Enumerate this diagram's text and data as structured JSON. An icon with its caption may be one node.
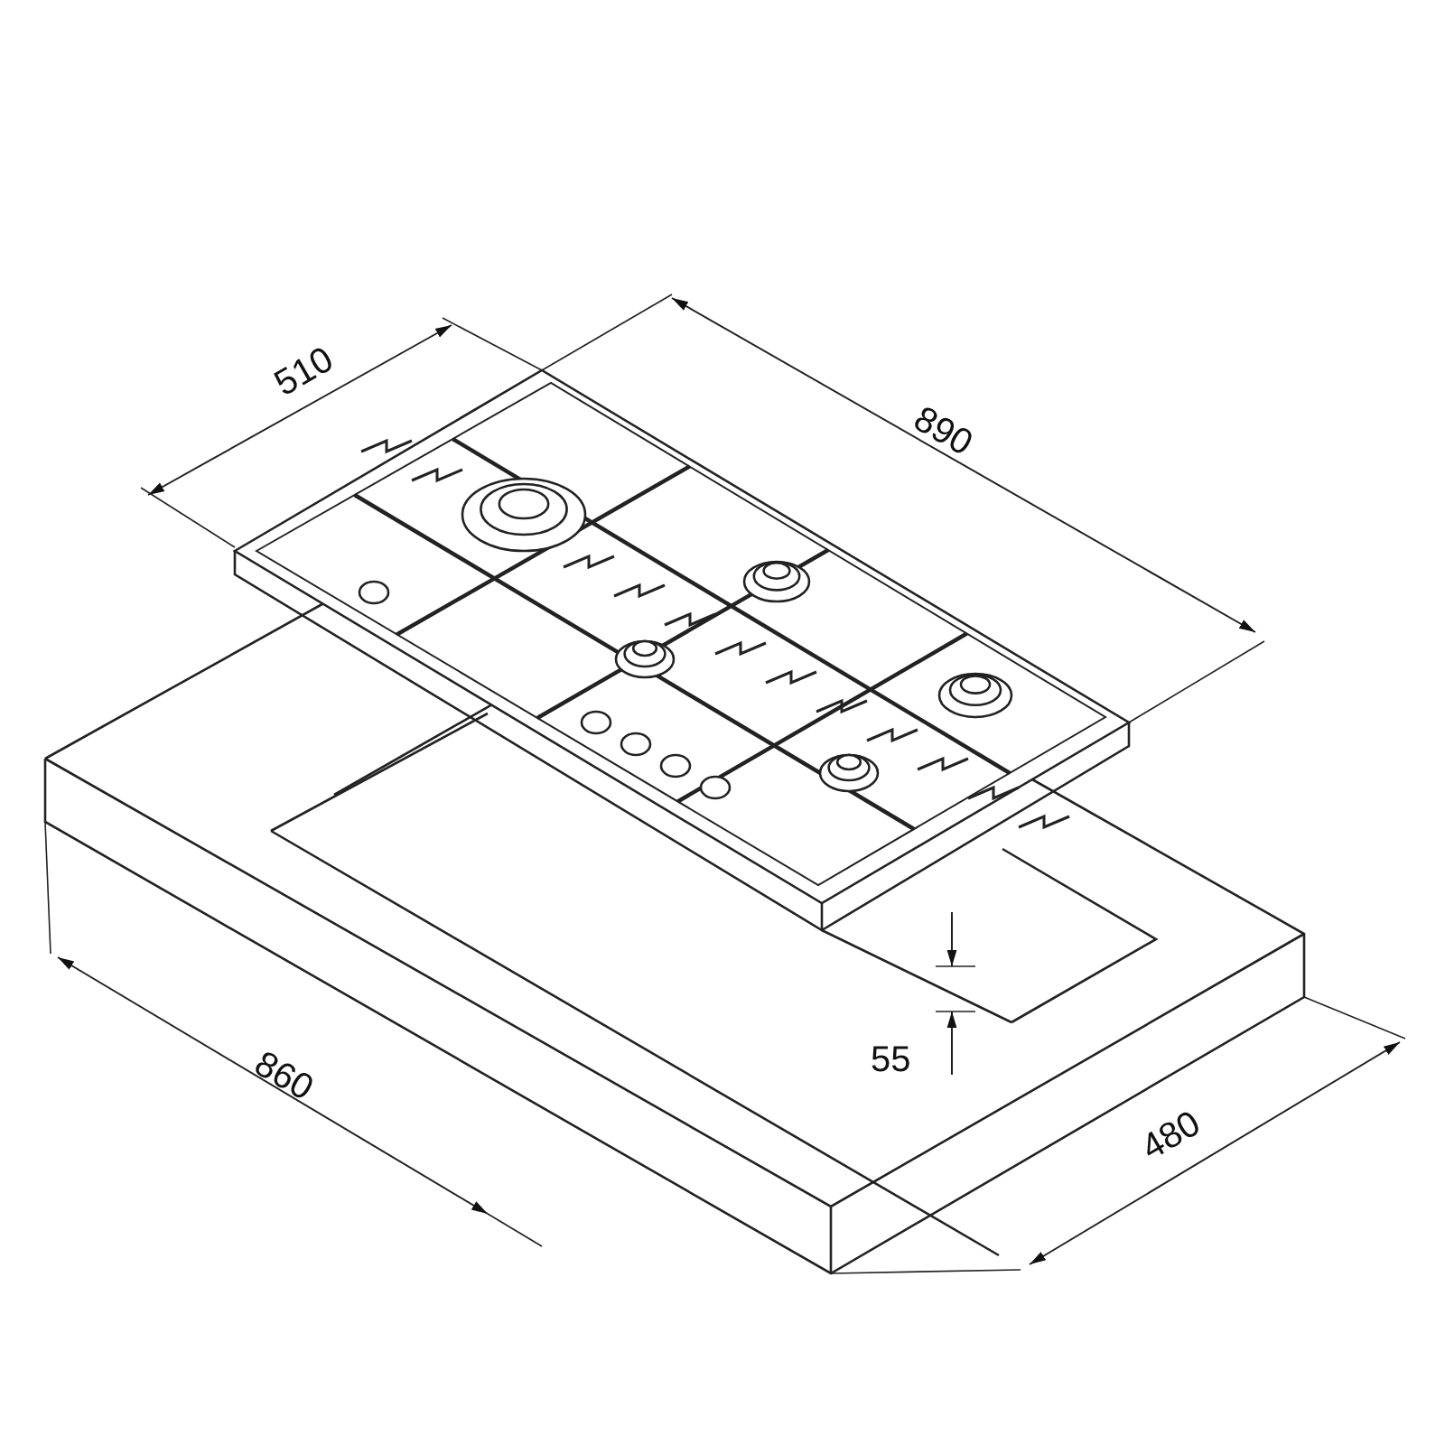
{
  "diagram": {
    "labels": [
      "510",
      "890",
      "55",
      "860",
      "480"
    ]
  }
}
